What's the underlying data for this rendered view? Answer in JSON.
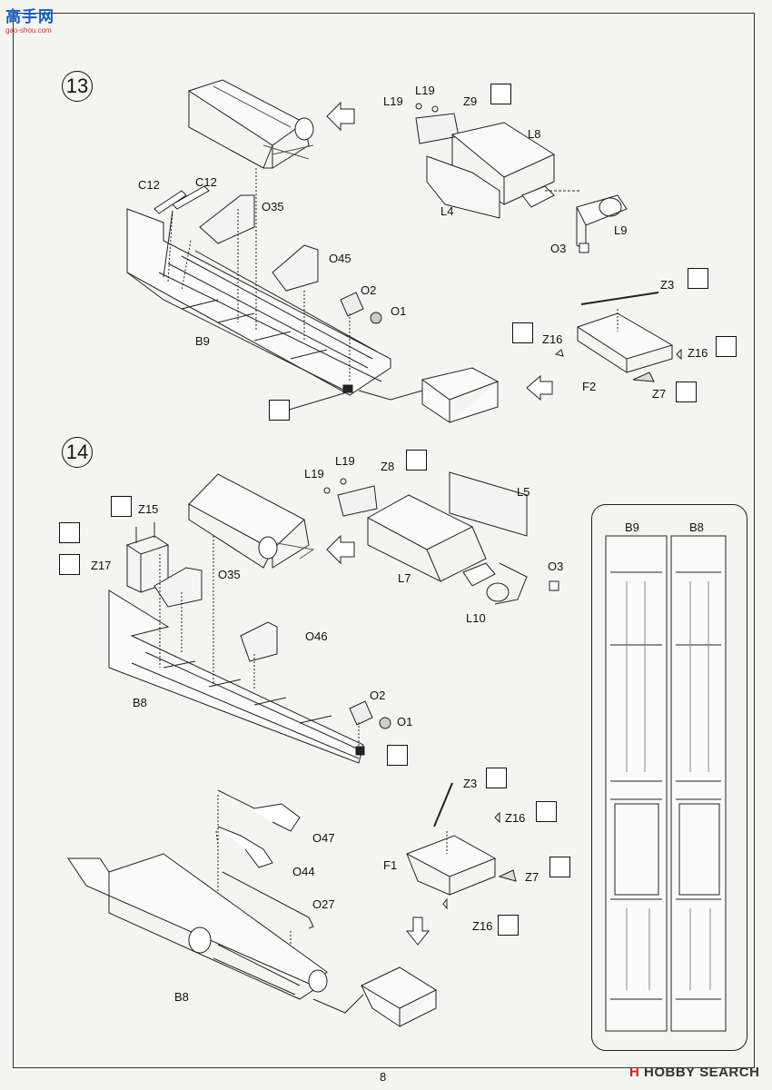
{
  "site_logo": {
    "text": "高手网",
    "url": "gao-shou.com"
  },
  "page_number": "8",
  "watermark": {
    "icon": "H",
    "text": "HOBBY SEARCH"
  },
  "steps": {
    "s13": "13",
    "s14": "14"
  },
  "labels13": {
    "l19a": "L19",
    "l19b": "L19",
    "z9": "Z9",
    "l8": "L8",
    "c12a": "C12",
    "c12b": "C12",
    "o35": "O35",
    "l4": "L4",
    "l9": "L9",
    "o3": "O3",
    "o45": "O45",
    "z3": "Z3",
    "o2": "O2",
    "o1": "O1",
    "z16a": "Z16",
    "z16b": "Z16",
    "b9": "B9",
    "f2": "F2",
    "z7": "Z7"
  },
  "labels14": {
    "l19a": "L19",
    "l19b": "L19",
    "z8": "Z8",
    "l5": "L5",
    "z15": "Z15",
    "z17": "Z17",
    "o35": "O35",
    "l7": "L7",
    "o3": "O3",
    "l10": "L10",
    "o46": "O46",
    "b8": "B8",
    "o2": "O2",
    "o1": "O1",
    "z3": "Z3",
    "z16a": "Z16",
    "o47": "O47",
    "f1": "F1",
    "o44": "O44",
    "z7": "Z7",
    "o27": "O27",
    "z16b": "Z16",
    "b8b": "B8"
  },
  "sheet": {
    "left_label": "B9",
    "right_label": "B8"
  },
  "icons": [
    "glue-brush-icon",
    "cement-tube-icon",
    "sheet-angle-icon",
    "arrow-left-icon",
    "arrow-down-icon"
  ]
}
